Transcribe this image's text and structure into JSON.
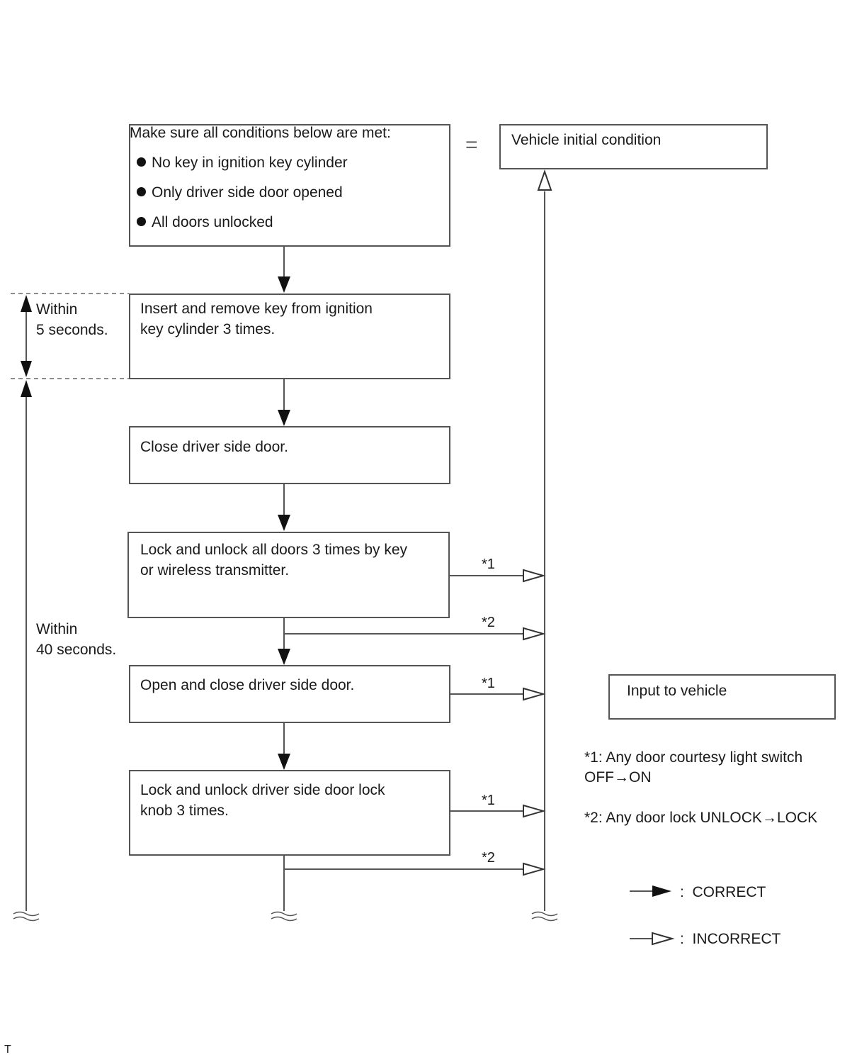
{
  "conditions": {
    "title": "Make sure all conditions below are met:",
    "items": [
      "No key in ignition key cylinder",
      "Only driver side door opened",
      "All doors unlocked"
    ]
  },
  "equals_sign": "=",
  "initial_condition": "Vehicle initial condition",
  "steps": [
    {
      "line1": "Insert and remove key from ignition",
      "line2": "key cylinder 3 times."
    },
    {
      "line1": "Close driver side door.",
      "line2": ""
    },
    {
      "line1": "Lock and unlock all doors 3 times by key",
      "line2": "or wireless transmitter."
    },
    {
      "line1": "Open and close driver side door.",
      "line2": ""
    },
    {
      "line1": "Lock and unlock driver side door lock",
      "line2": "knob 3 times."
    }
  ],
  "timing": {
    "short": {
      "line1": "Within",
      "line2": "5 seconds."
    },
    "long": {
      "line1": "Within",
      "line2": "40 seconds."
    }
  },
  "branch_marks": [
    "*1",
    "*2",
    "*1",
    "*1",
    "*2"
  ],
  "legend": {
    "input_to_vehicle": "Input to vehicle",
    "note1": {
      "line1": "*1: Any door courtesy light switch",
      "line2": "OFF→ON"
    },
    "note2": "*2: Any door lock UNLOCK→LOCK",
    "correct": ":  CORRECT",
    "incorrect": ":  INCORRECT"
  },
  "footer_mark": "T"
}
